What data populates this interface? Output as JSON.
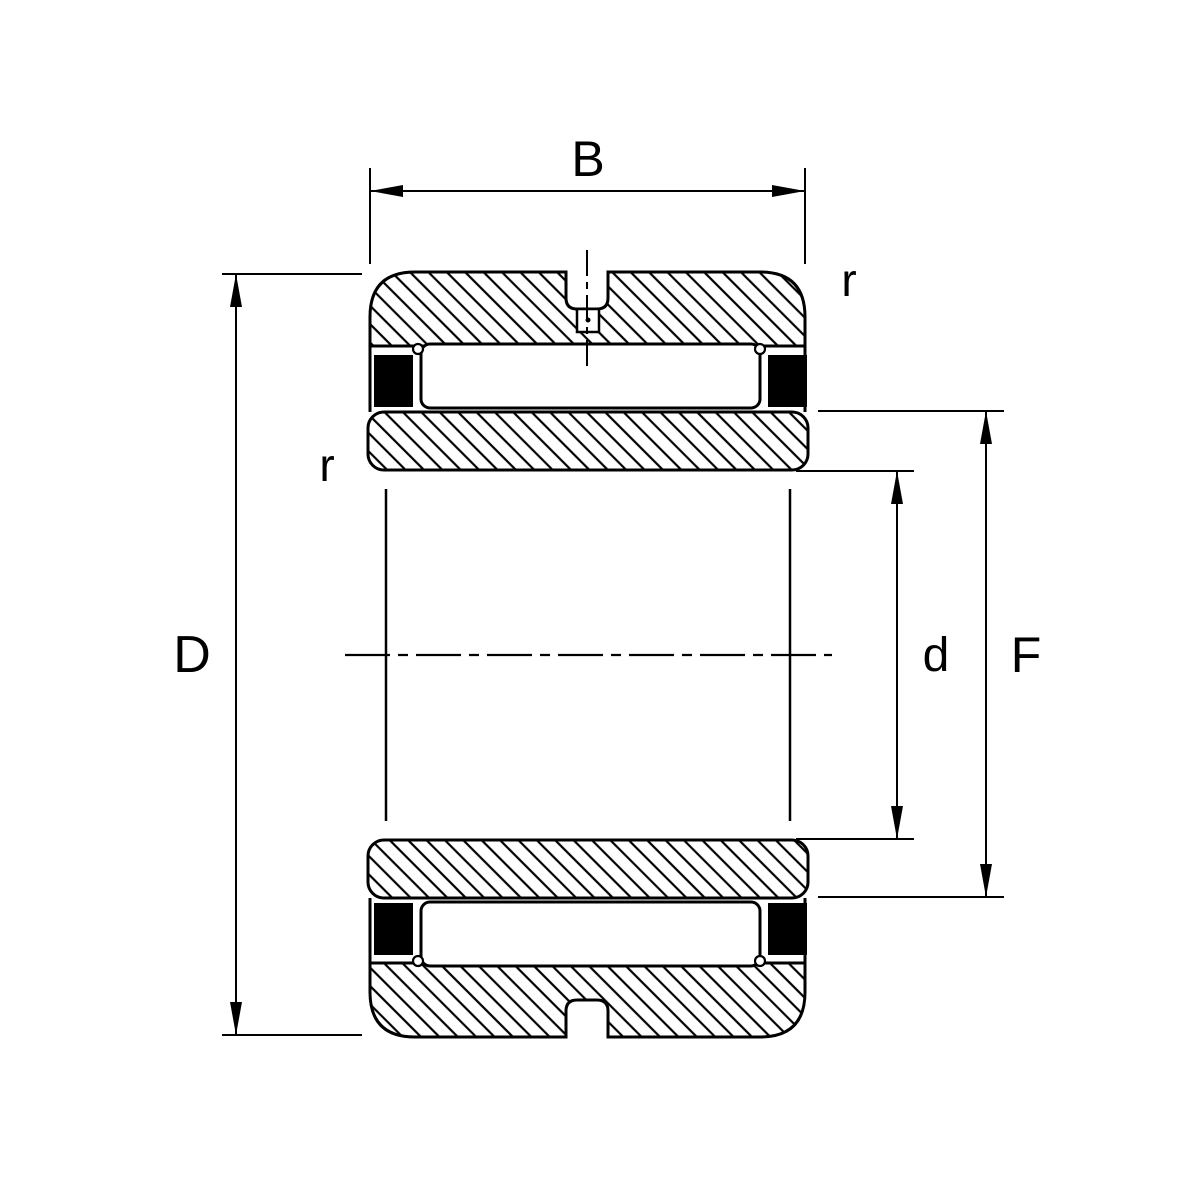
{
  "figure": {
    "type": "technical-drawing",
    "subject": "bearing-cross-section"
  },
  "labels": {
    "B": "B",
    "D": "D",
    "d": "d",
    "F": "F",
    "r_outer": "r",
    "r_inner": "r"
  },
  "colors": {
    "line": "#000000",
    "background": "#ffffff"
  }
}
